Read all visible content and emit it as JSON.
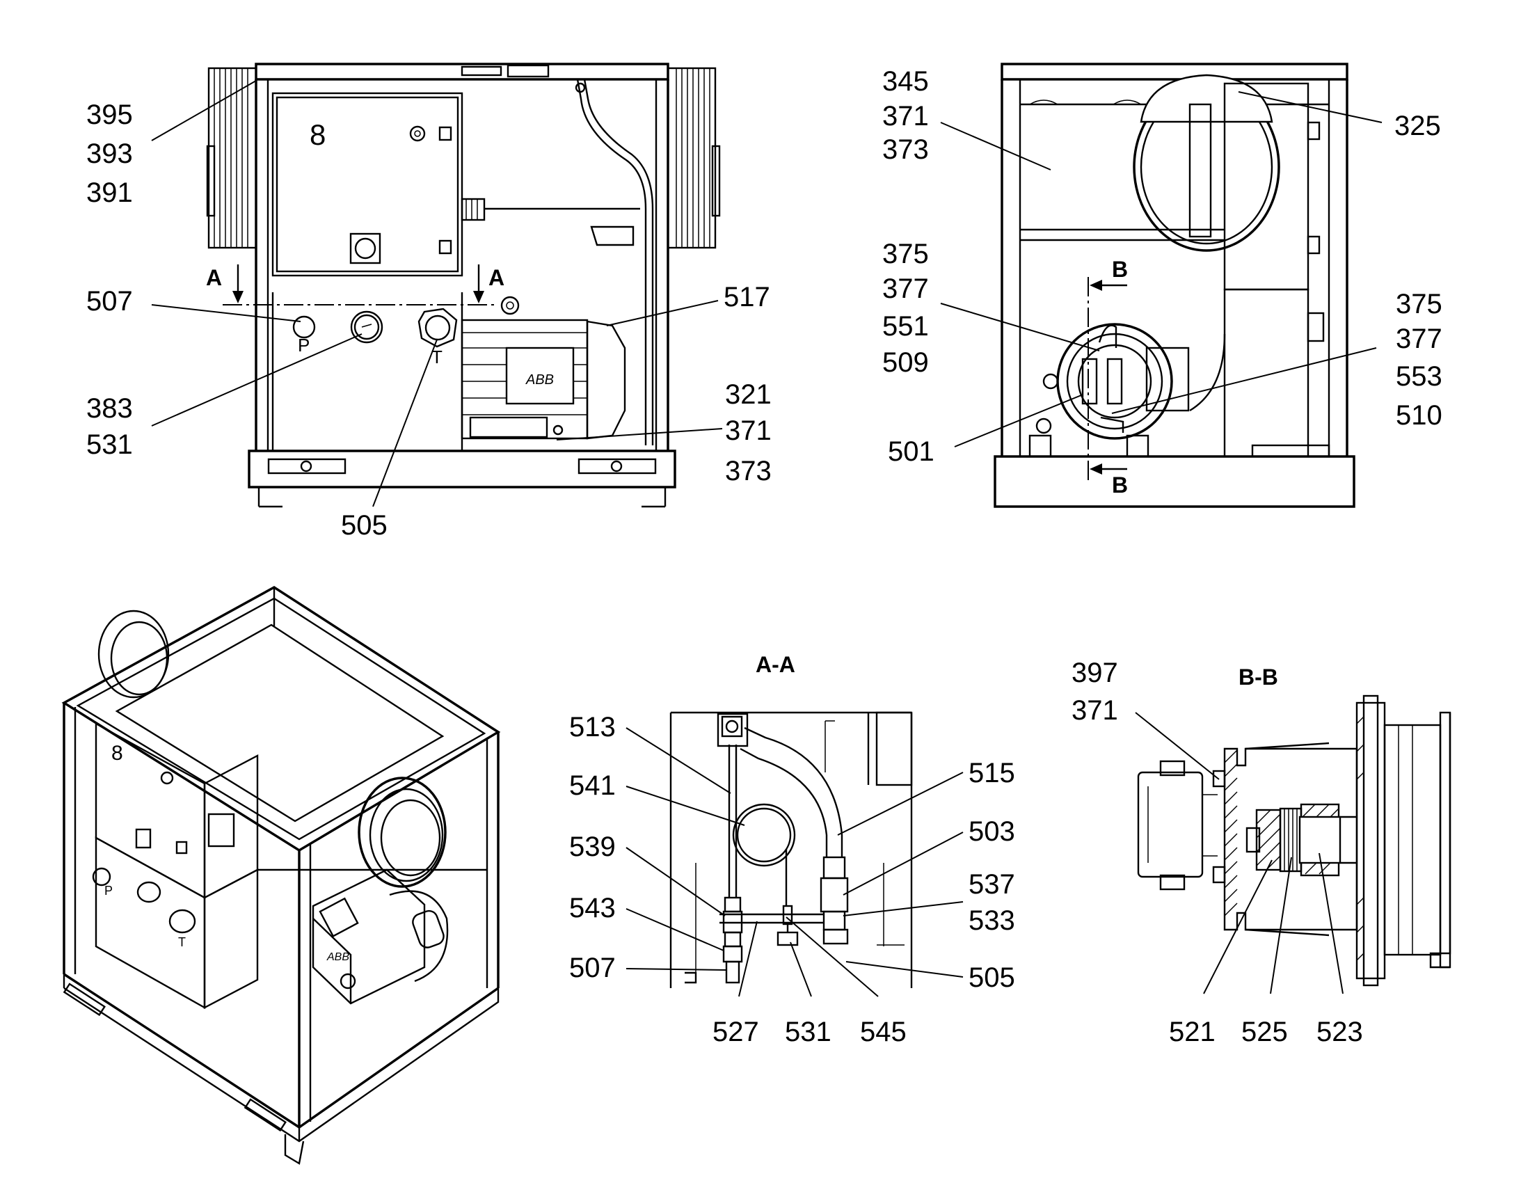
{
  "view_front": {
    "labels": {
      "l395": "395",
      "l393": "393",
      "l391": "391",
      "l507": "507",
      "l383": "383",
      "l531": "531",
      "l505": "505",
      "l517": "517",
      "l321": "321",
      "l371": "371",
      "l373": "373"
    },
    "section_marks": {
      "a_left": "A",
      "a_right": "A"
    },
    "port_marks": {
      "p": "P",
      "t": "T"
    },
    "motor_badge": "ABB"
  },
  "view_side": {
    "labels": {
      "l345": "345",
      "l371": "371",
      "l373": "373",
      "l325": "325",
      "l375a": "375",
      "l377a": "377",
      "l551": "551",
      "l509": "509",
      "l501": "501",
      "l375b": "375",
      "l377b": "377",
      "l553": "553",
      "l510": "510"
    },
    "section_marks": {
      "b_top": "B",
      "b_bottom": "B"
    }
  },
  "view_iso": {
    "port_marks": {
      "p": "P",
      "t": "T"
    },
    "motor_badge": "ABB"
  },
  "section_aa": {
    "title": "A-A",
    "labels": {
      "l513": "513",
      "l541": "541",
      "l539": "539",
      "l543": "543",
      "l507": "507",
      "l515": "515",
      "l503": "503",
      "l537": "537",
      "l533": "533",
      "l505": "505",
      "l527": "527",
      "l531": "531",
      "l545": "545"
    }
  },
  "section_bb": {
    "title": "B-B",
    "labels": {
      "l397": "397",
      "l371": "371",
      "l521": "521",
      "l525": "525",
      "l523": "523"
    }
  }
}
